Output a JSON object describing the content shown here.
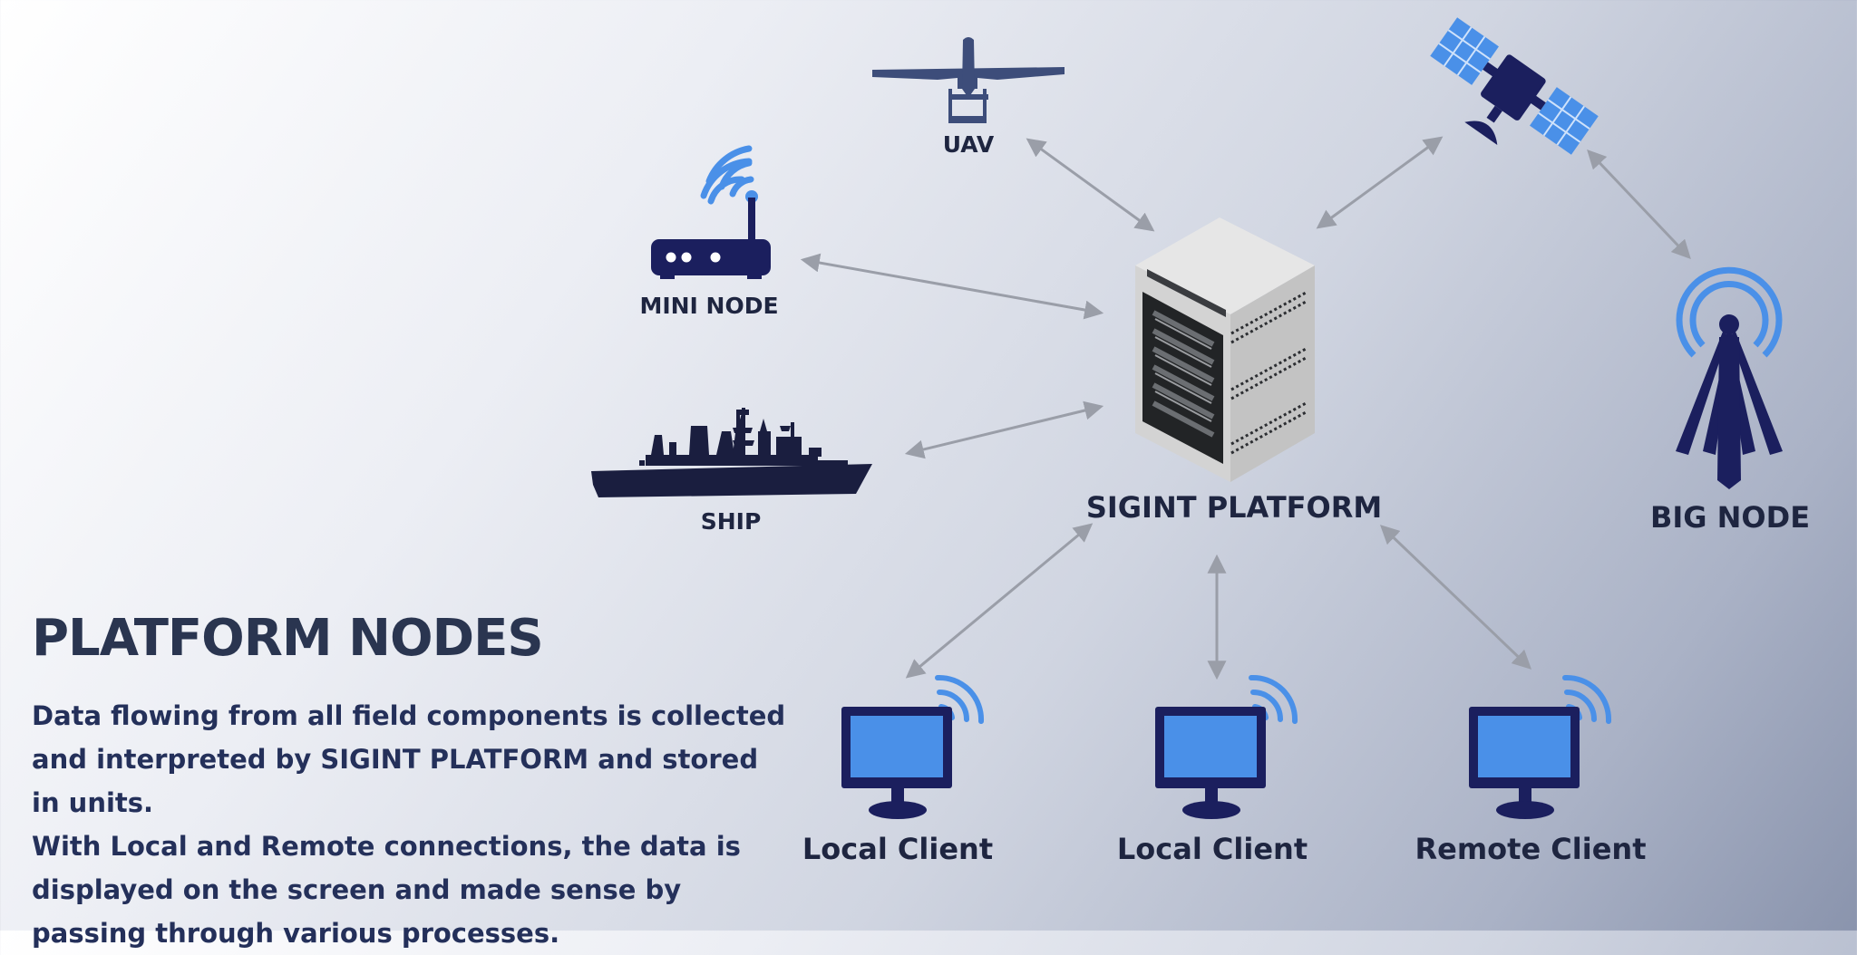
{
  "colors": {
    "navy": "#1b1f5e",
    "accent_blue": "#4a90e8",
    "arrow_gray": "#9a9ea8",
    "text_dark": "#1e2540",
    "heading": "#2a3550",
    "body_text": "#24305a"
  },
  "nodes": {
    "uav": {
      "label": "UAV",
      "icon": "uav-drone-icon"
    },
    "satellite": {
      "label": "",
      "icon": "satellite-icon"
    },
    "mini_node": {
      "label": "MINI NODE",
      "icon": "router-icon"
    },
    "ship": {
      "label": "SHIP",
      "icon": "ship-icon"
    },
    "platform": {
      "label": "SIGINT PLATFORM",
      "icon": "server-rack-icon"
    },
    "big_node": {
      "label": "BIG NODE",
      "icon": "radio-tower-icon"
    },
    "clients": [
      {
        "label": "Local Client",
        "icon": "monitor-wifi-icon"
      },
      {
        "label": "Local Client",
        "icon": "monitor-wifi-icon"
      },
      {
        "label": "Remote Client",
        "icon": "monitor-wifi-icon"
      }
    ]
  },
  "connections": [
    {
      "from": "uav",
      "to": "platform",
      "bidirectional": true
    },
    {
      "from": "satellite",
      "to": "platform",
      "bidirectional": true
    },
    {
      "from": "satellite",
      "to": "big_node",
      "bidirectional": true
    },
    {
      "from": "mini_node",
      "to": "platform",
      "bidirectional": true
    },
    {
      "from": "ship",
      "to": "platform",
      "bidirectional": true
    },
    {
      "from": "platform",
      "to": "local_client_1",
      "bidirectional": true
    },
    {
      "from": "platform",
      "to": "local_client_2",
      "bidirectional": true
    },
    {
      "from": "platform",
      "to": "remote_client",
      "bidirectional": true
    }
  ],
  "info": {
    "title": "PLATFORM NODES",
    "paragraph_1": "Data flowing from all field components is collected and interpreted by SIGINT PLATFORM and stored in units.",
    "paragraph_2": "With Local and Remote connections, the data is displayed on the screen and made sense by passing through various processes."
  }
}
